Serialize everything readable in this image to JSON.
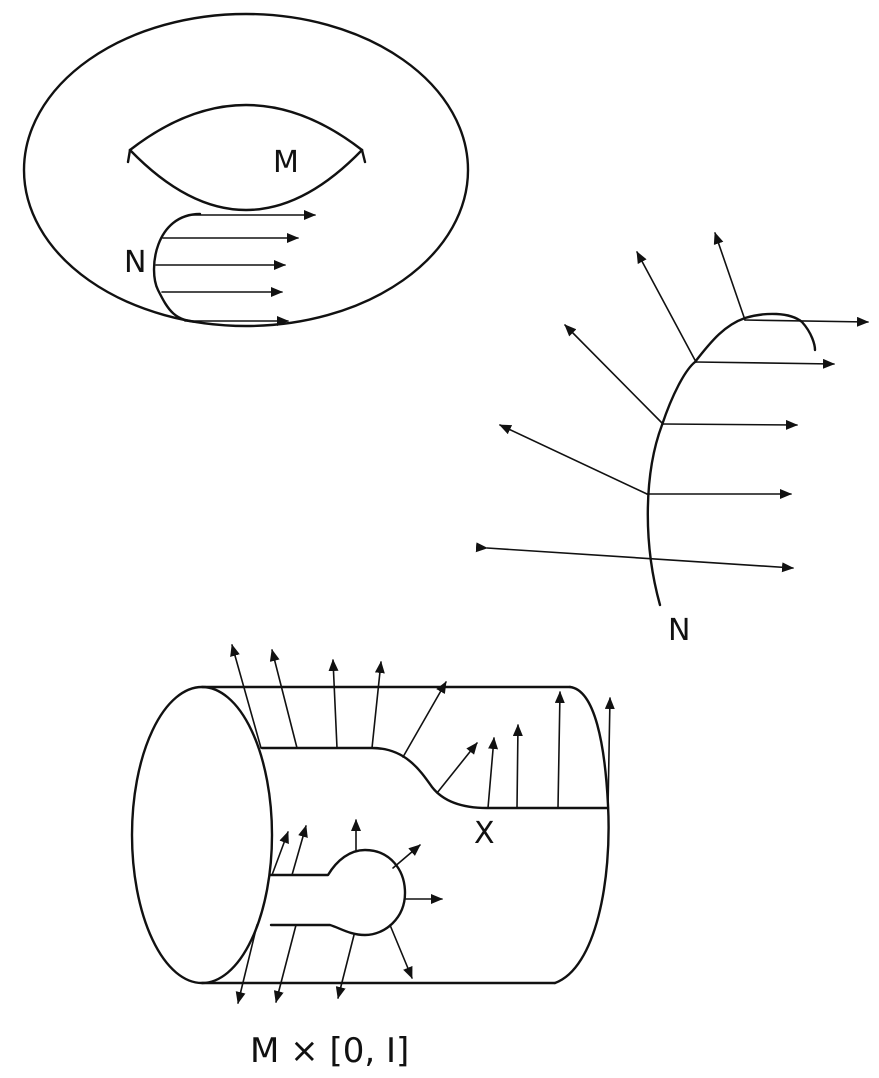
{
  "labels": {
    "torus_m": "M",
    "torus_n": "N",
    "curve_n": "N",
    "cylinder_x": "X",
    "cylinder_caption": "M × [0, I]"
  },
  "colors": {
    "ink": "#111111",
    "background": "#ffffff"
  }
}
